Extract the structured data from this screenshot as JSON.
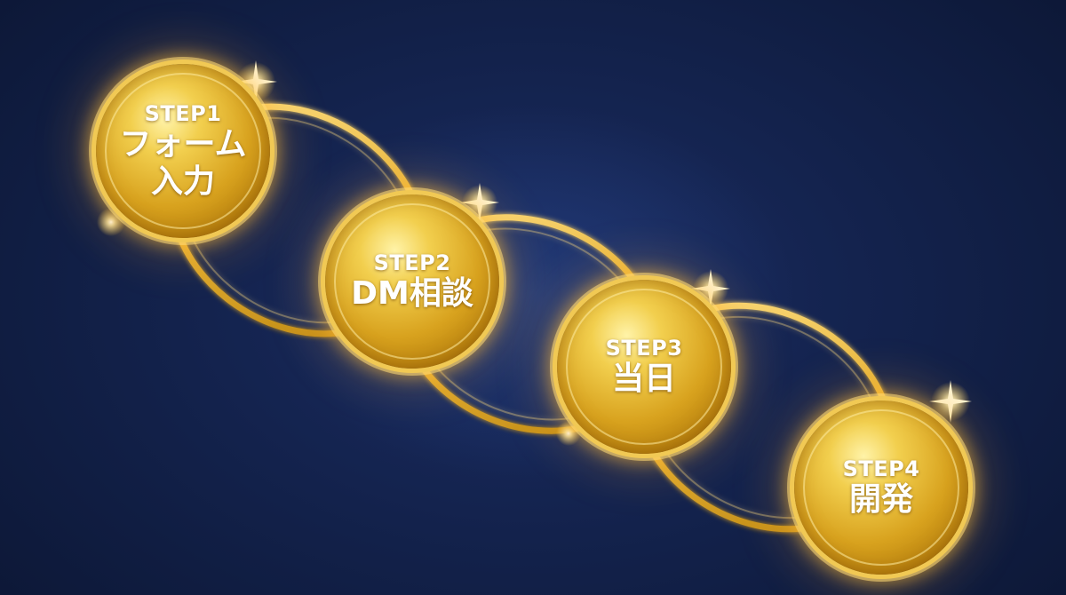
{
  "steps": [
    {
      "label": "STEP1",
      "title": "フォーム\n入力"
    },
    {
      "label": "STEP2",
      "title": "DM相談"
    },
    {
      "label": "STEP3",
      "title": "当日"
    },
    {
      "label": "STEP4",
      "title": "開発"
    }
  ],
  "colors": {
    "background": "#13224c",
    "gold": "#e0ad2a",
    "gold_highlight": "#fff3a8",
    "text": "#ffffff"
  }
}
